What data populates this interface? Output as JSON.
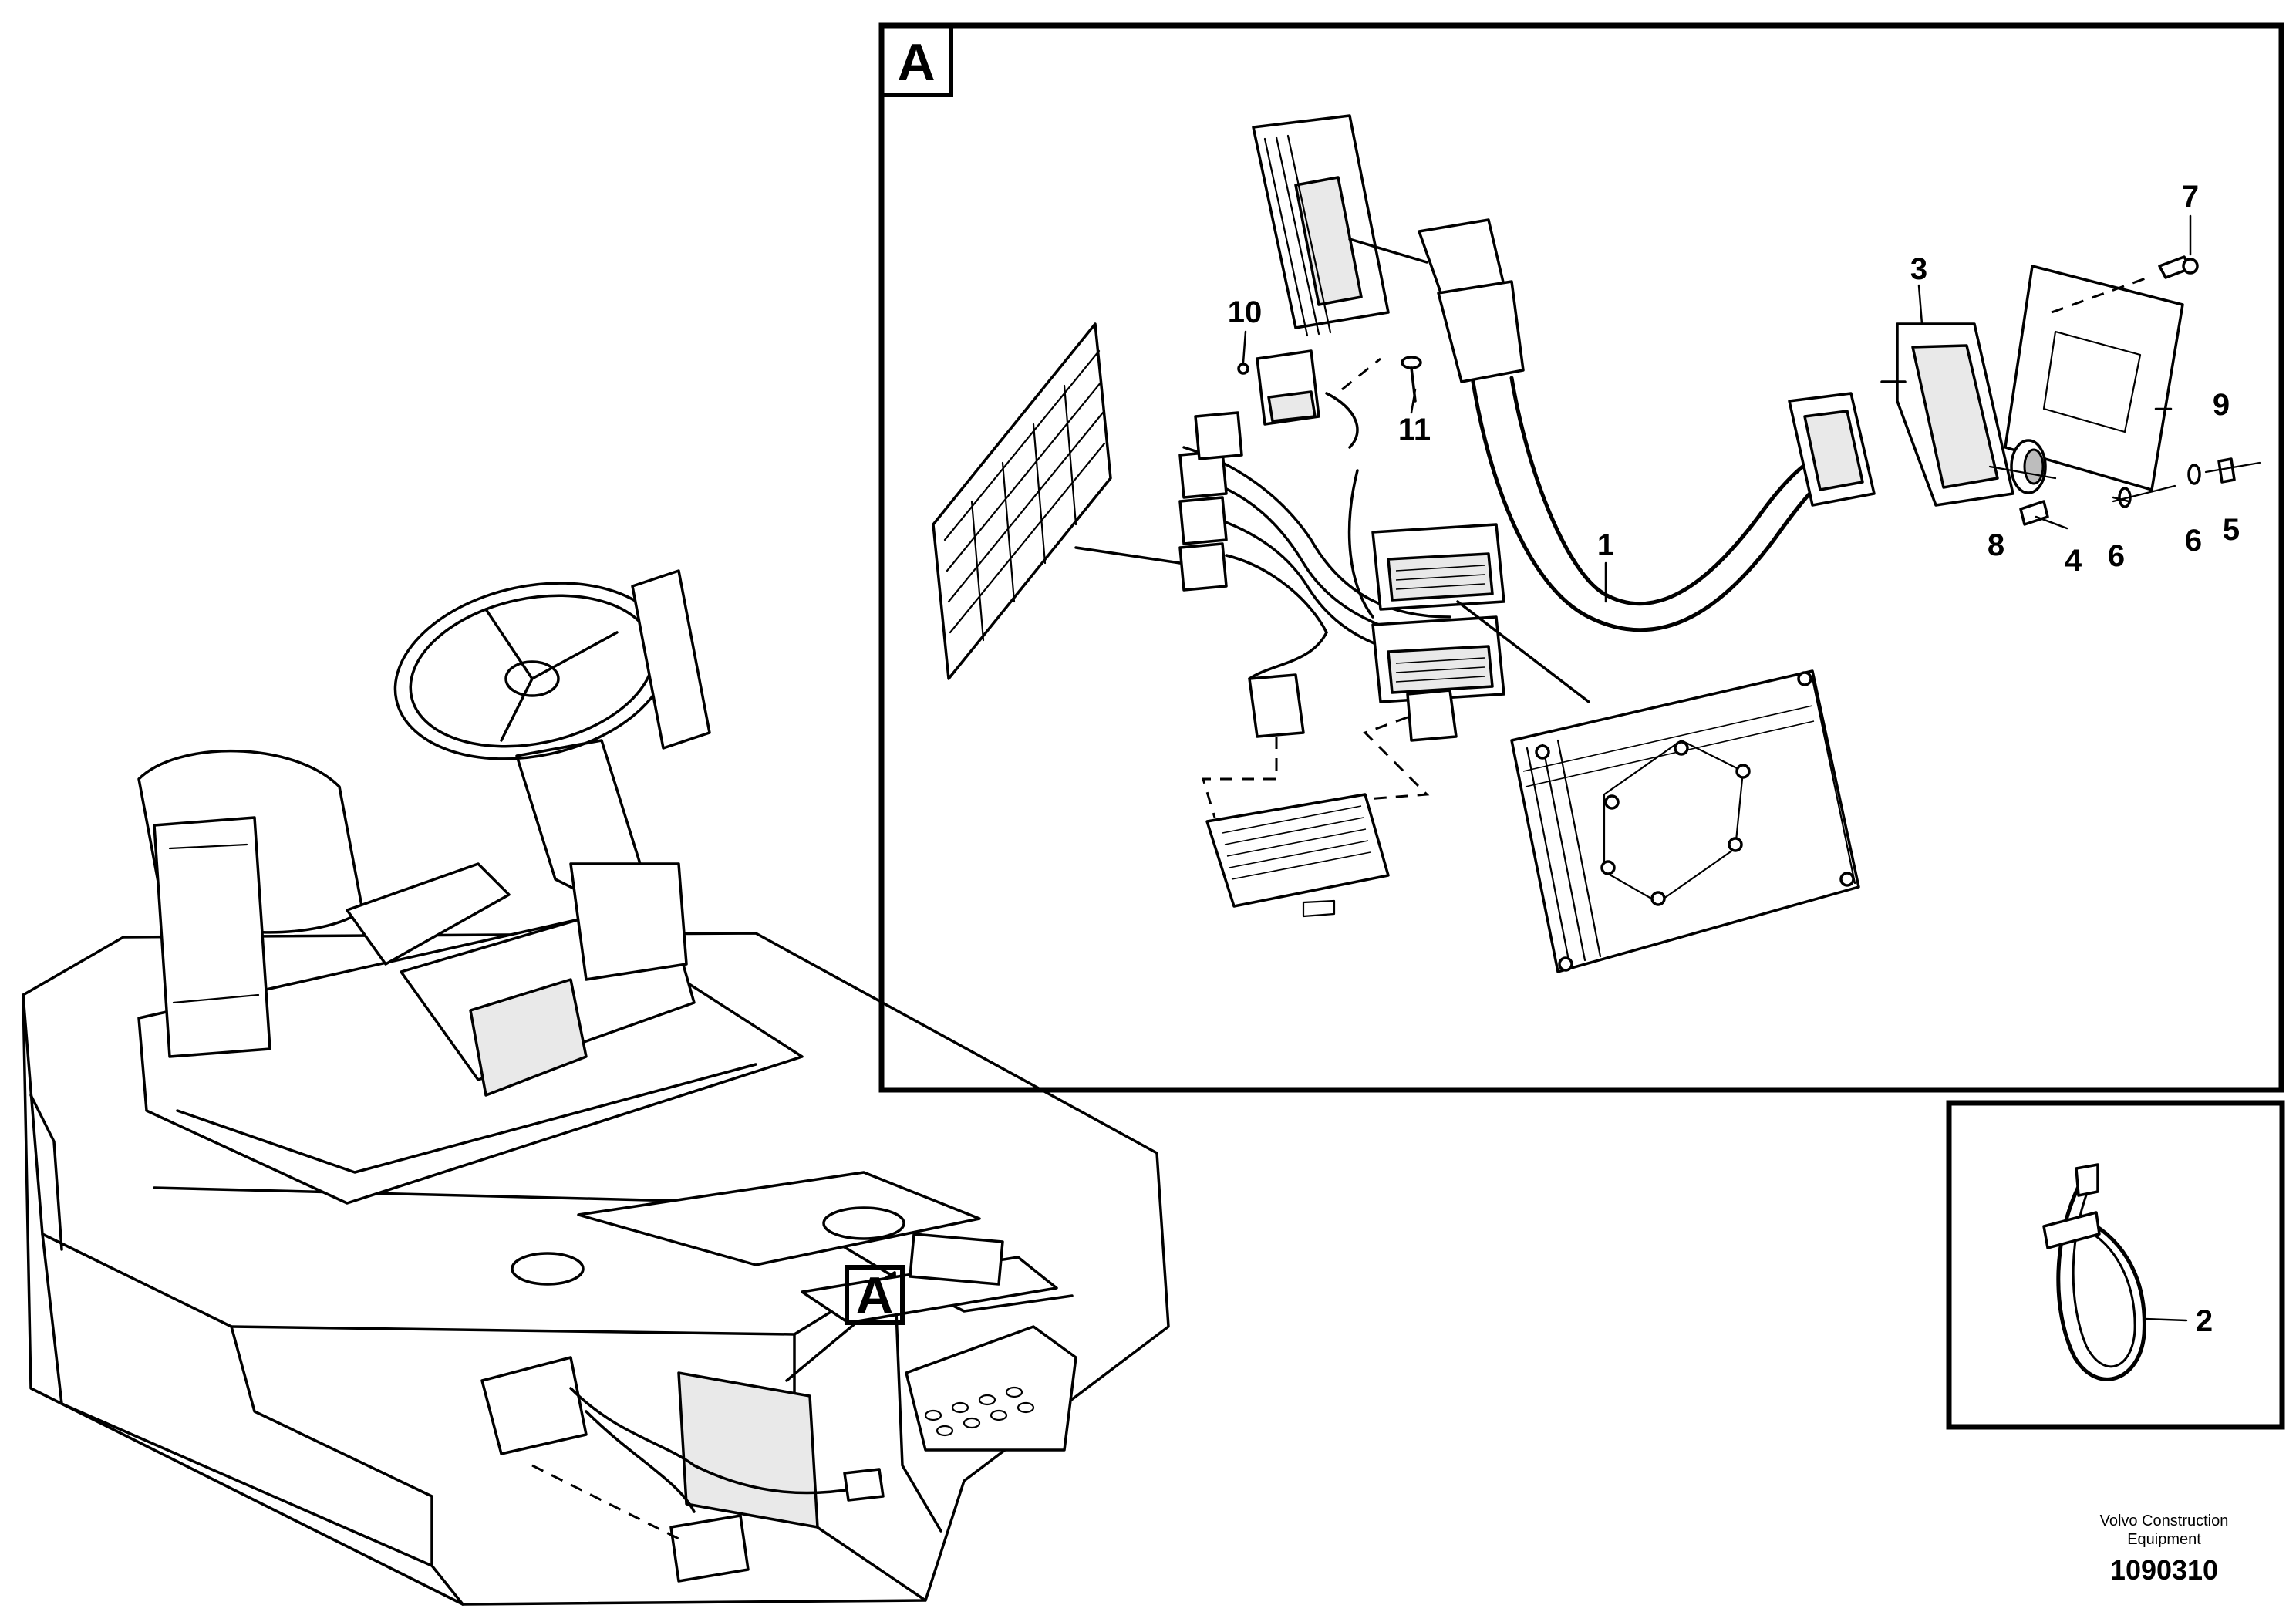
{
  "detail_label": "A",
  "overview_label": "A",
  "callouts": {
    "c1": "1",
    "c2": "2",
    "c3": "3",
    "c4": "4",
    "c5": "5",
    "c6a": "6",
    "c6b": "6",
    "c7": "7",
    "c8": "8",
    "c9": "9",
    "c10": "10",
    "c11": "11"
  },
  "footer": {
    "credit_line1": "Volvo Construction",
    "credit_line2": "Equipment",
    "doc_number": "1090310"
  }
}
